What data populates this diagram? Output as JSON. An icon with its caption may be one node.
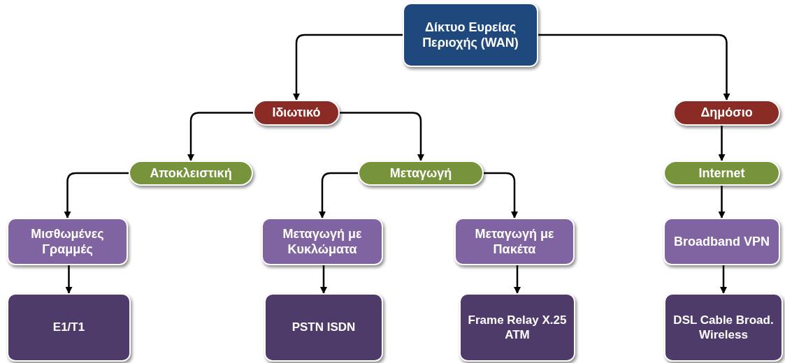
{
  "diagram": {
    "nodes": [
      {
        "text": [
          "Δίκτυο Ευρείας Περιοχής (WAN)"
        ]
      },
      {
        "text": [
          "Ιδιωτικό"
        ]
      },
      {
        "text": [
          "Δημόσιο"
        ]
      },
      {
        "text": [
          "Αποκλειστική"
        ]
      },
      {
        "text": [
          "Μεταγωγή"
        ]
      },
      {
        "text": [
          "Internet"
        ]
      },
      {
        "text": [
          "Μισθωμένες Γραμμές"
        ]
      },
      {
        "text": [
          "Μεταγωγή με Κυκλώματα"
        ]
      },
      {
        "text": [
          "Μεταγωγή με Πακέτα"
        ]
      },
      {
        "text": [
          "Broadband VPN"
        ]
      },
      {
        "text": [
          "E1/T1"
        ]
      },
      {
        "text": [
          "PSTN ISDN"
        ]
      },
      {
        "text": [
          "Frame Relay X.25 ATM"
        ]
      },
      {
        "text": [
          "DSL Cable Broad. Wireless"
        ]
      }
    ],
    "edges": [
      {
        "from": 0,
        "to": 1,
        "arrow": "to"
      },
      {
        "from": 0,
        "to": 2,
        "arrow": "to"
      },
      {
        "from": 1,
        "to": 3,
        "arrow": "to"
      },
      {
        "from": 1,
        "to": 4,
        "arrow": "to"
      },
      {
        "from": 2,
        "to": 5,
        "arrow": "to"
      },
      {
        "from": 3,
        "to": 6,
        "arrow": "to"
      },
      {
        "from": 4,
        "to": 7,
        "arrow": "to"
      },
      {
        "from": 4,
        "to": 8,
        "arrow": "to"
      },
      {
        "from": 5,
        "to": 9,
        "arrow": "to"
      },
      {
        "from": 6,
        "to": 10,
        "arrow": "to"
      },
      {
        "from": 7,
        "to": 11,
        "arrow": "to"
      },
      {
        "from": 8,
        "to": 12,
        "arrow": "to"
      },
      {
        "from": 9,
        "to": 13,
        "arrow": "to"
      }
    ]
  }
}
